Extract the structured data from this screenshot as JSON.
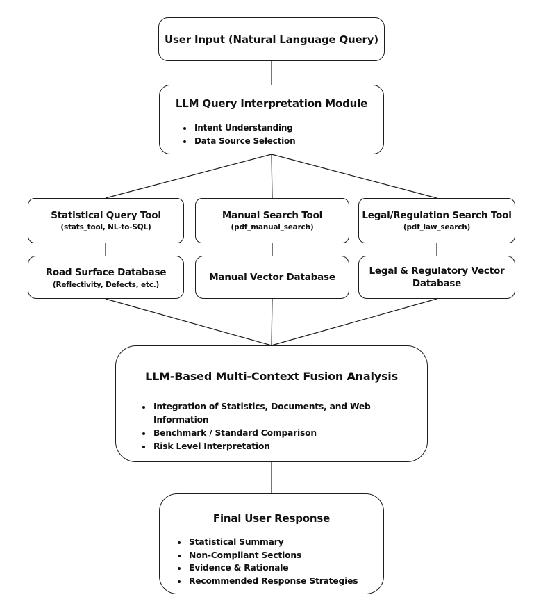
{
  "figure": {
    "colors": {
      "background": "#ffffff",
      "border": "#1c1c1c",
      "line": "#1c1c1c",
      "text": "#111111"
    },
    "nodes": {
      "user_input": {
        "title": "User Input (Natural Language Query)"
      },
      "query_module": {
        "title": "LLM Query Interpretation Module",
        "bullets": [
          "Intent Understanding",
          "Data Source Selection"
        ]
      },
      "stat_tool": {
        "title": "Statistical Query Tool",
        "subtitle": "(stats_tool, NL-to-SQL)"
      },
      "manual_tool": {
        "title": "Manual Search Tool",
        "subtitle": "(pdf_manual_search)"
      },
      "legal_tool": {
        "title": "Legal/Regulation Search Tool",
        "subtitle": "(pdf_law_search)"
      },
      "road_db": {
        "title": "Road Surface Database",
        "subtitle": "(Reflectivity, Defects, etc.)"
      },
      "manual_db": {
        "title": "Manual Vector Database"
      },
      "legal_db": {
        "title": "Legal & Regulatory Vector Database"
      },
      "fusion": {
        "title": "LLM-Based Multi-Context Fusion Analysis",
        "bullets": [
          "Integration of Statistics, Documents, and Web Information",
          "Benchmark / Standard Comparison",
          "Risk Level Interpretation"
        ]
      },
      "final_response": {
        "title": "Final User Response",
        "bullets": [
          "Statistical Summary",
          "Non-Compliant Sections",
          "Evidence & Rationale",
          "Recommended Response Strategies"
        ]
      }
    }
  }
}
